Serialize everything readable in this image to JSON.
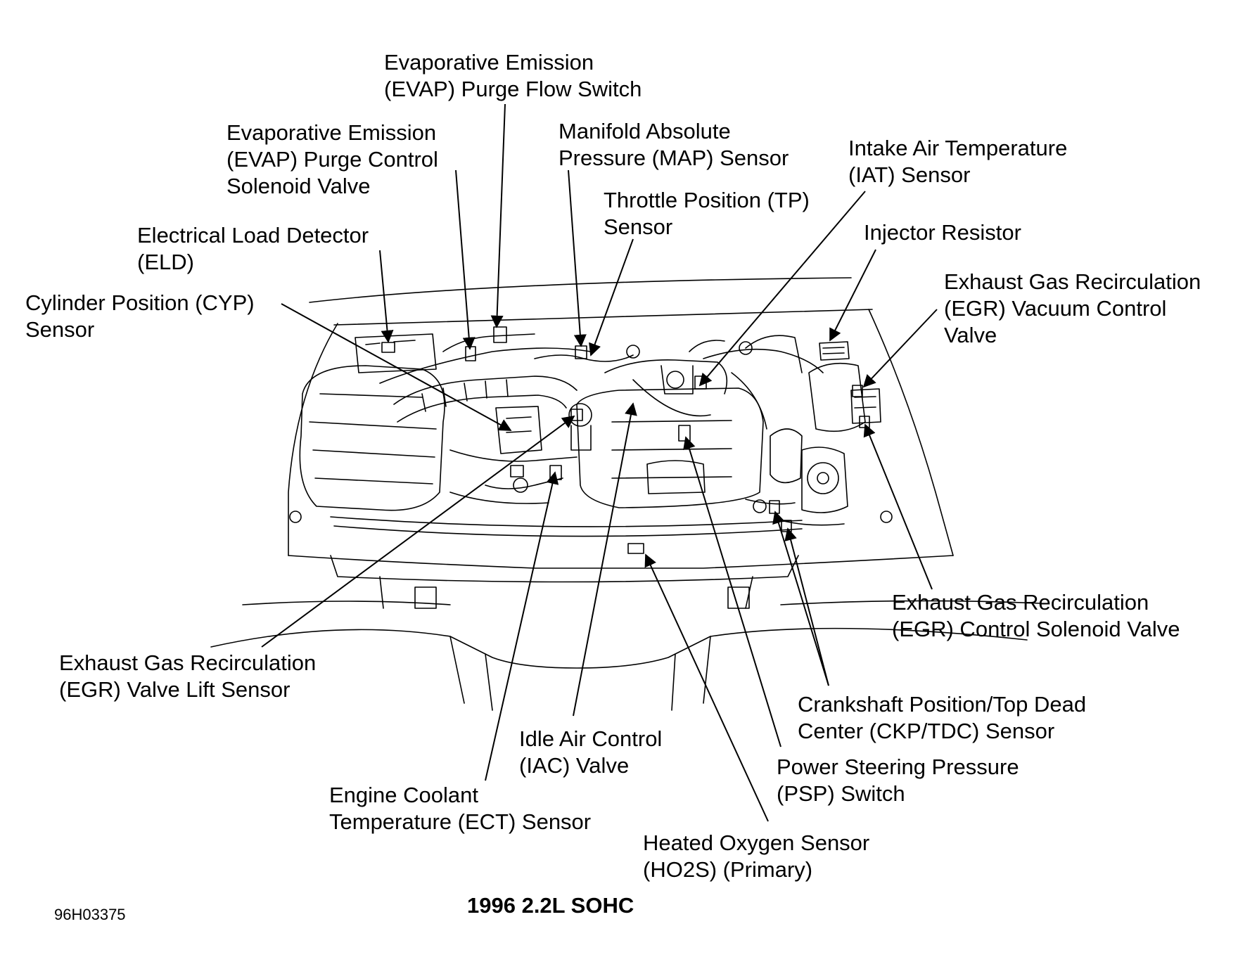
{
  "caption": "1996 2.2L SOHC",
  "figure_id": "96H03375",
  "labels": {
    "evap_flow_switch": [
      "Evaporative Emission",
      "(EVAP) Purge Flow Switch"
    ],
    "evap_purge_valve": [
      "Evaporative Emission",
      "(EVAP) Purge Control",
      "Solenoid Valve"
    ],
    "map_sensor": [
      "Manifold Absolute",
      "Pressure (MAP) Sensor"
    ],
    "iat_sensor": [
      "Intake Air Temperature",
      "(IAT) Sensor"
    ],
    "tp_sensor": [
      "Throttle Position (TP)",
      "Sensor"
    ],
    "eld": [
      "Electrical Load Detector",
      "(ELD)"
    ],
    "injector_resistor": [
      "Injector Resistor"
    ],
    "egr_vacuum_valve": [
      "Exhaust Gas Recirculation",
      "(EGR) Vacuum Control",
      "Valve"
    ],
    "cyp_sensor": [
      "Cylinder Position (CYP)",
      "Sensor"
    ],
    "egr_control_solenoid": [
      "Exhaust Gas Recirculation",
      "(EGR) Control Solenoid Valve"
    ],
    "egr_lift_sensor": [
      "Exhaust Gas Recirculation",
      "(EGR) Valve Lift Sensor"
    ],
    "ckp_tdc_sensor": [
      "Crankshaft Position/Top Dead",
      "Center (CKP/TDC) Sensor"
    ],
    "iac_valve": [
      "Idle Air Control",
      "(IAC) Valve"
    ],
    "psp_switch": [
      "Power Steering Pressure",
      "(PSP) Switch"
    ],
    "ect_sensor": [
      "Engine Coolant",
      "Temperature (ECT) Sensor"
    ],
    "ho2s": [
      "Heated Oxygen Sensor",
      "(HO2S) (Primary)"
    ]
  }
}
